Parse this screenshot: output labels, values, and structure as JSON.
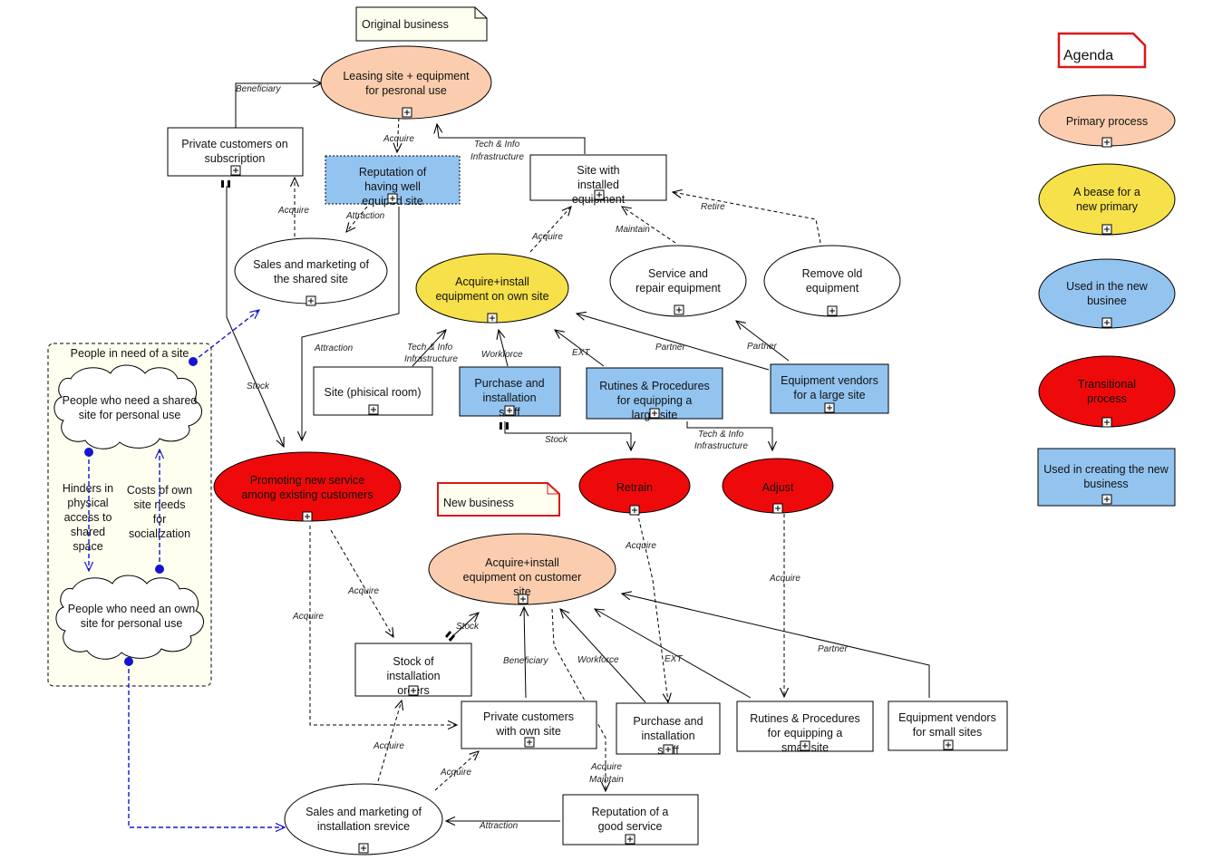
{
  "legend": {
    "title": "Agenda",
    "items": [
      {
        "label": "Primary process",
        "shape": "ellipse",
        "color": "#FBCDAE"
      },
      {
        "label": "A bease for a new primary",
        "shape": "ellipse",
        "color": "#F7E14A"
      },
      {
        "label": "Used in the new businee",
        "shape": "ellipse",
        "color": "#93C4F0"
      },
      {
        "label": "Transitional process",
        "shape": "ellipse",
        "color": "#EE0A0A"
      },
      {
        "label": "Used in creating the new business",
        "shape": "rect",
        "color": "#93C4F0"
      }
    ]
  },
  "notes": {
    "original": "Original business",
    "new": "New business"
  },
  "group": {
    "title": "People in need of a site"
  },
  "colors": {
    "primary": "#FBCDAE",
    "yellow": "#F7E14A",
    "blue": "#93C4F0",
    "red": "#EE0A0A",
    "white": "#FFFFFF"
  },
  "nodes": {
    "leasing": "Leasing site + equipment for pesronal use",
    "private_subs": "Private customers on subscription",
    "reputation_site": "Reputation of having well equiped site",
    "site_installed": "Site with installed equipment",
    "sales_shared": "Sales and marketing of the shared site",
    "acquire_own": "Acquire+install equipment on own site",
    "service_repair": "Service and repair equipment",
    "remove_old": "Remove old equipment",
    "site_phys": "Site (phisical room)",
    "purchase_staff1": "Purchase and installation staff",
    "rutines_large": "Rutines & Procedures for equipping a large site",
    "vendors_large": "Equipment vendors for a large site",
    "promoting": "Promoting new service among existing customers",
    "retrain": "Retrain",
    "adjust": "Adjust",
    "acquire_cust": "Acquire+install equipment on customer site",
    "stock_orders": "Stock of installation orders",
    "private_own": "Private customers with own site",
    "purchase_staff2": "Purchase and installation staff",
    "rutines_small": "Rutines & Procedures for equipping a small site",
    "vendors_small": "Equipment vendors for small sites",
    "sales_install": "Sales and marketing of installation srevice",
    "reputation_service": "Reputation of a good service",
    "cloud_shared": "People who need a shared site for personal use",
    "cloud_own": "People who need an own site for personal use",
    "text_hinders": "Hinders in physical access to shared space",
    "text_costs": "Costs of own site needs for socialization"
  },
  "edges": {
    "beneficiary": "Beneficiary",
    "acquire": "Acquire",
    "tech_info": "Tech & Info",
    "infrastructure": "Infrastructure",
    "attraction": "Attraction",
    "maintain": "Maintain",
    "retire": "Retire",
    "workforce": "Workforce",
    "ext": "EXT",
    "partner": "Partner",
    "stock": "Stock"
  }
}
